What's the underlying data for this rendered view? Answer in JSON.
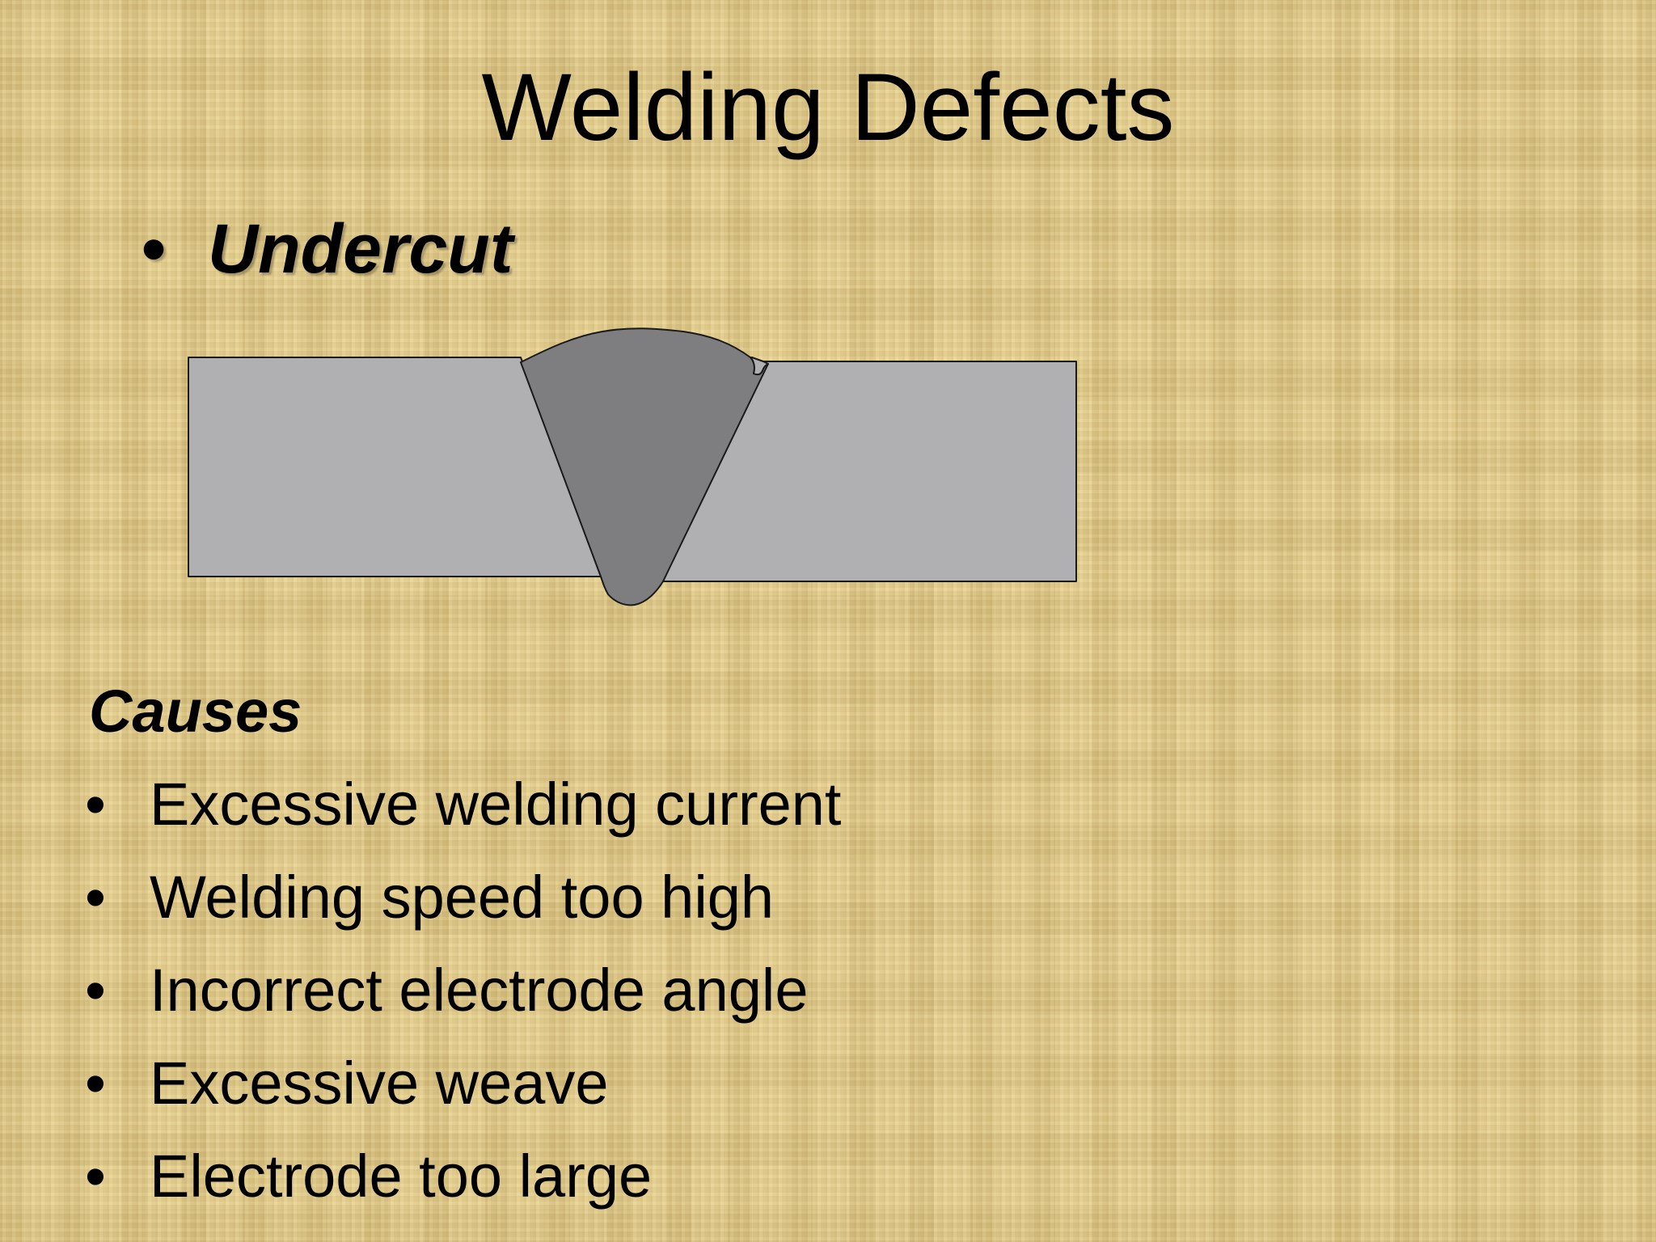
{
  "slide": {
    "title": "Welding Defects",
    "subtopic": "Undercut",
    "bullet": "•",
    "causes_heading": "Causes",
    "causes": [
      "Excessive welding current",
      "Welding speed too high",
      "Incorrect electrode angle",
      "Excessive weave",
      "Electrode too large"
    ]
  },
  "colors": {
    "background": "#e3cd8d",
    "base_metal": "#b0b0b2",
    "weld_metal": "#7e7e80",
    "outline": "#1a1a1a"
  }
}
